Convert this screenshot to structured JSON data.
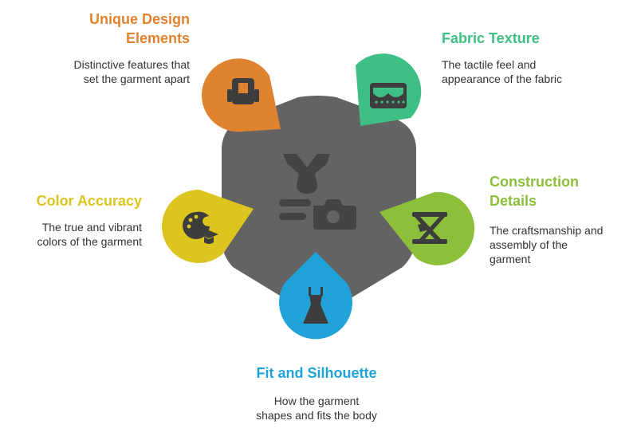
{
  "colors": {
    "center": "#636363",
    "unique_design": "#e0832e",
    "fabric_texture": "#3ebf83",
    "construction": "#8cbf3a",
    "fit_silhouette": "#21a3d9",
    "color_accuracy": "#dcc51e",
    "icon": "#3d3d3d",
    "center_icon": "#444444"
  },
  "center": {
    "icon": "shirt-camera-icon"
  },
  "nodes": [
    {
      "key": "unique_design",
      "title_lines": [
        "Unique Design",
        "Elements"
      ],
      "desc_lines": [
        "Distinctive features that",
        "set the garment apart"
      ],
      "icon": "seat-icon"
    },
    {
      "key": "fabric_texture",
      "title_lines": [
        "Fabric Texture"
      ],
      "desc_lines": [
        "The tactile feel and",
        "appearance of the fabric"
      ],
      "icon": "fabric-swatch-icon"
    },
    {
      "key": "construction",
      "title_lines": [
        "Construction",
        "Details"
      ],
      "desc_lines": [
        "The craftsmanship and",
        "assembly of the",
        "garment"
      ],
      "icon": "tools-icon"
    },
    {
      "key": "fit_silhouette",
      "title_lines": [
        "Fit and Silhouette"
      ],
      "desc_lines": [
        "How the garment",
        "shapes and fits the body"
      ],
      "icon": "dress-icon"
    },
    {
      "key": "color_accuracy",
      "title_lines": [
        "Color Accuracy"
      ],
      "desc_lines": [
        "The true and vibrant",
        "colors of the garment"
      ],
      "icon": "palette-icon"
    }
  ]
}
